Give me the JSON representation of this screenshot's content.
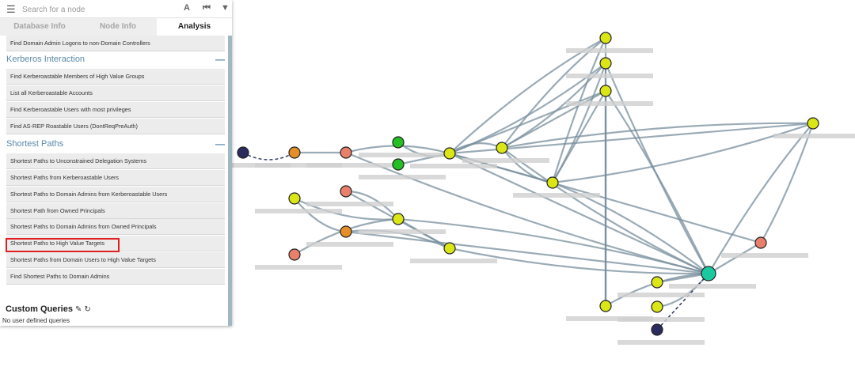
{
  "search": {
    "placeholder": "Search for a node"
  },
  "tabs": [
    "Database Info",
    "Node Info",
    "Analysis"
  ],
  "active_tab": "Analysis",
  "queries_top": [
    "Find Domain Admin Logons to non-Domain Controllers"
  ],
  "kerberos": {
    "title": "Kerberos Interaction",
    "items": [
      "Find Kerberoastable Members of High Value Groups",
      "List all Kerberoastable Accounts",
      "Find Kerberoastable Users with most privileges",
      "Find AS-REP Roastable Users (DontReqPreAuth)"
    ]
  },
  "shortest": {
    "title": "Shortest Paths",
    "items": [
      "Shortest Paths to Unconstrained Delegation Systems",
      "Shortest Paths from Kerberoastable Users",
      "Shortest Paths to Domain Admins from Kerberoastable Users",
      "Shortest Path from Owned Principals",
      "Shortest Paths to Domain Admins from Owned Principals",
      "Shortest Paths to High Value Targets",
      "Shortest Paths from Domain Users to High Value Targets",
      "Find Shortest Paths to Domain Admins"
    ],
    "highlighted": "Shortest Paths to High Value Targets"
  },
  "custom": {
    "title": "Custom Queries",
    "empty": "No user defined queries"
  },
  "colors": {
    "user": "#e4d100",
    "computer": "#e8806b",
    "group": "#dbe617",
    "domain": "#1bc9a0",
    "ou": "#e58f26",
    "gpo": "#7b2f8a",
    "edge": "#788f9e",
    "section": "#5b8aa8"
  }
}
